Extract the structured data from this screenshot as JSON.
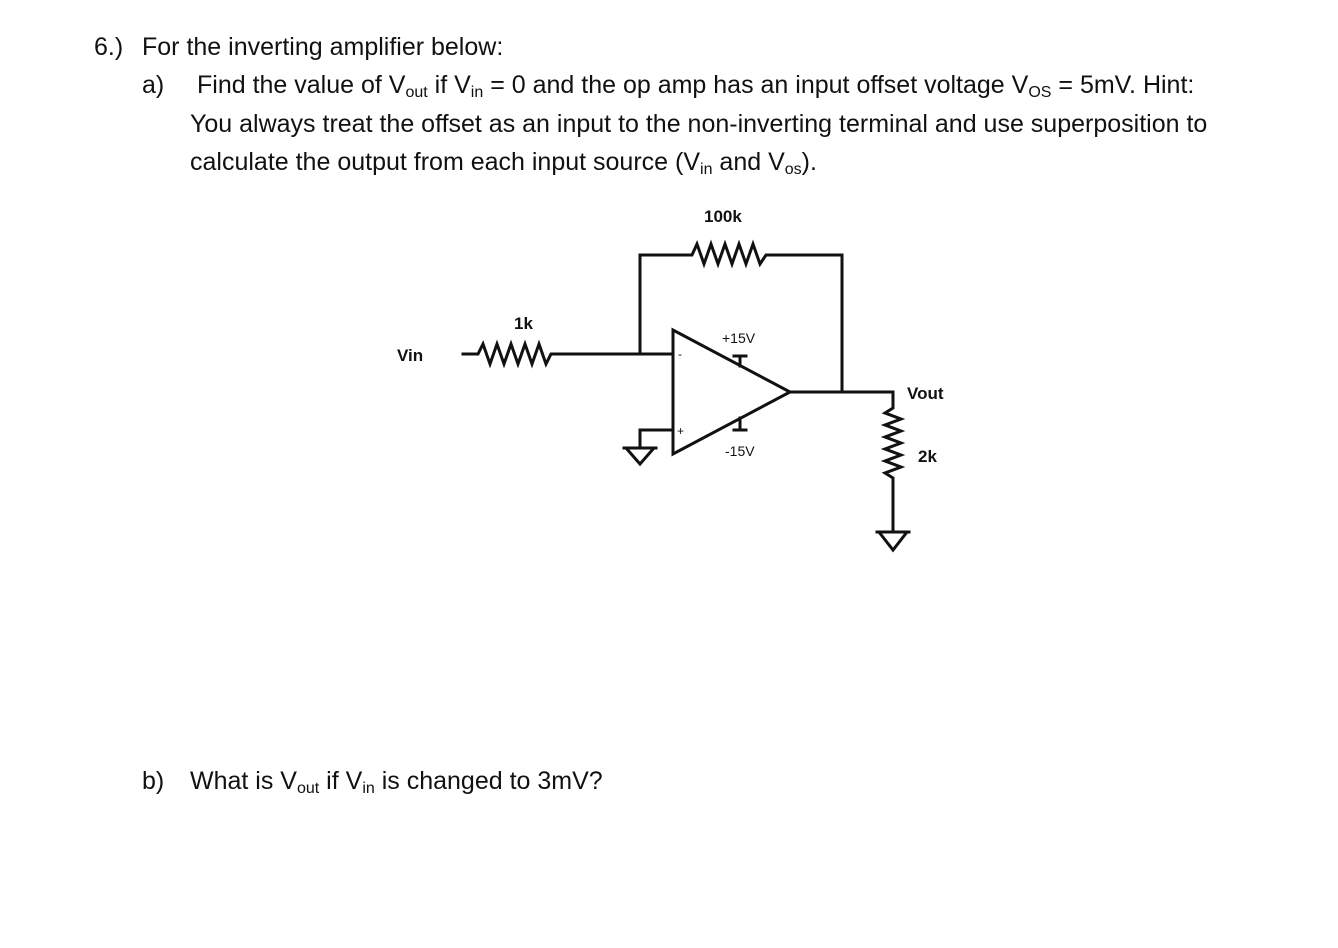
{
  "question": {
    "number": "6.)",
    "intro": "For the inverting amplifier below:",
    "part_a": {
      "label": "a)",
      "line1": {
        "t1": "Find the value of V",
        "s1": "out",
        "t2": " if V",
        "s2": "in",
        "t3": " = 0 and the op amp has an input offset voltage V",
        "s3": "OS",
        "t4": " = 5mV. Hint:"
      },
      "line2": "You always treat the offset as an input to the non-inverting terminal and use superposition to",
      "line3": {
        "t1": "calculate the output from each input source (V",
        "s1": "in",
        "t2": " and V",
        "s2": "os",
        "t3": ")."
      }
    },
    "part_b": {
      "label": "b)",
      "line": {
        "t1": "What is V",
        "s1": "out",
        "t2": " if V",
        "s2": "in",
        "t3": " is changed to 3mV?"
      }
    }
  },
  "circuit": {
    "feedback_resistor": "100k",
    "input_resistor": "1k",
    "input_label": "Vin",
    "positive_supply": "+15V",
    "negative_supply": "-15V",
    "output_label": "Vout",
    "load_resistor": "2k",
    "inverting_sign": "-",
    "noninverting_sign": "+"
  }
}
